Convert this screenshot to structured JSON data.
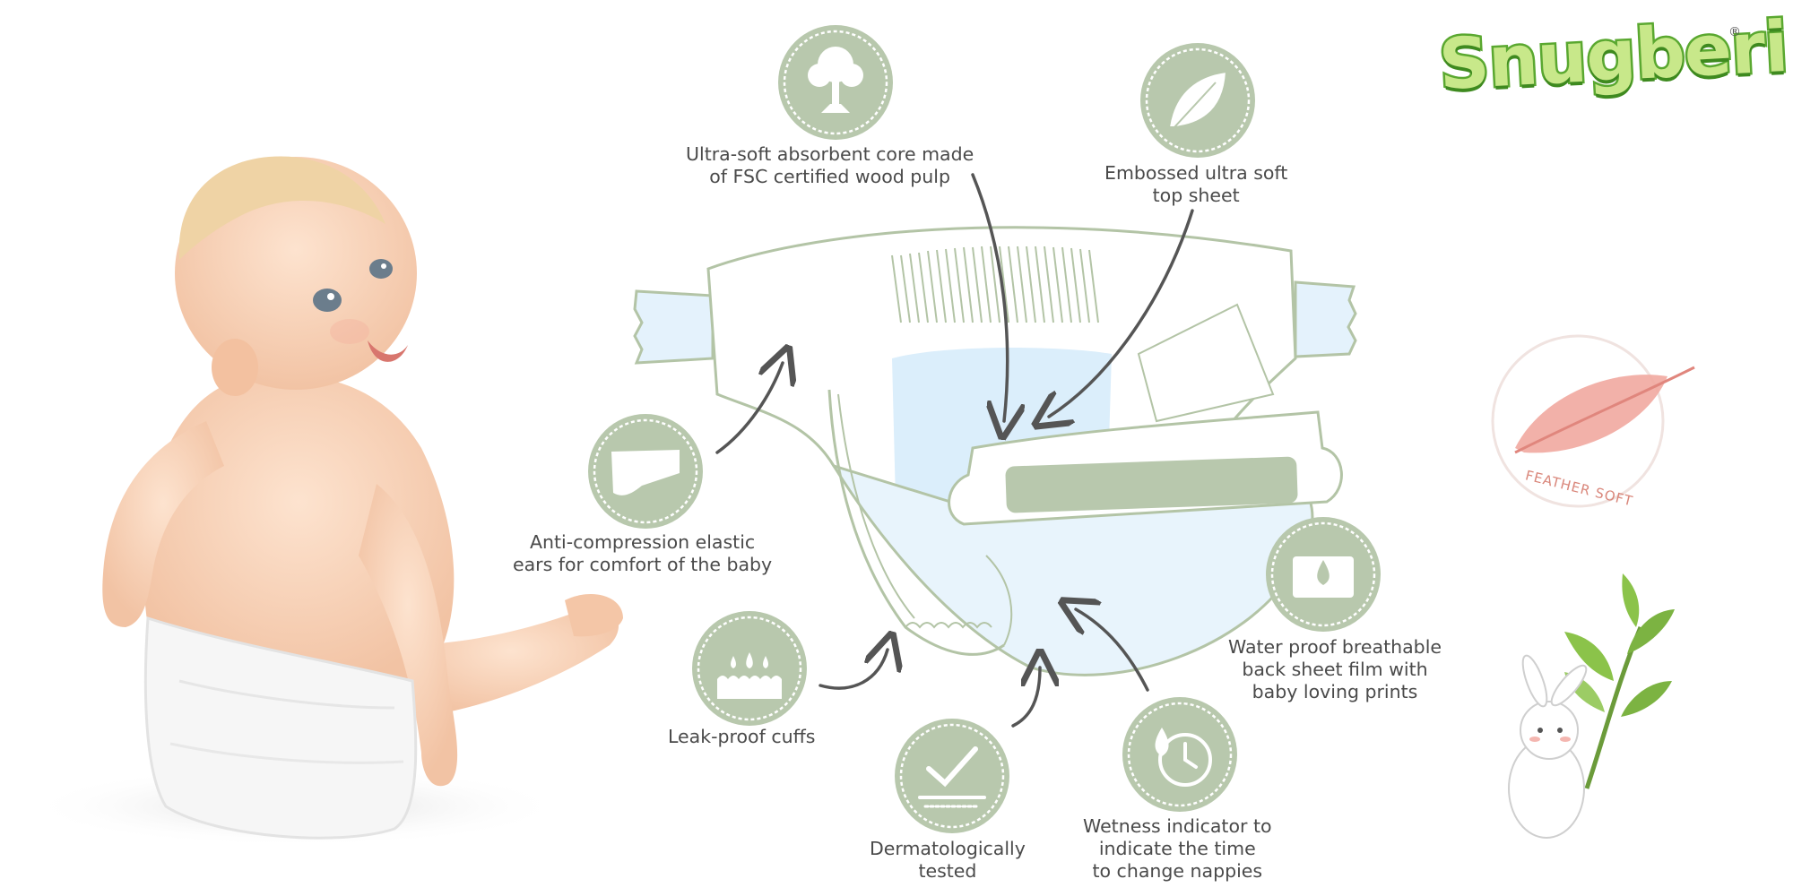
{
  "brand": {
    "logo_text": "Snugberi",
    "registered_mark": "®",
    "green_dark": "#5aa830",
    "green_light": "#c8e88a"
  },
  "colors": {
    "badge_bg": "#b8c8ad",
    "badge_ring": "#ffffff",
    "diaper_outline": "#b3c4a6",
    "diaper_blue": "#dbeefb",
    "arrow": "#555555",
    "feather": "#f1a8a0"
  },
  "features": [
    {
      "icon": "tree-icon",
      "lines": [
        "Ultra-soft absorbent core made",
        "of FSC certified wood pulp"
      ]
    },
    {
      "icon": "leaf-icon",
      "lines": [
        "Embossed ultra soft",
        "top sheet"
      ]
    },
    {
      "icon": "elastic-ear-icon",
      "lines": [
        "Anti-compression elastic",
        "ears for comfort of the baby"
      ]
    },
    {
      "icon": "water-drop-icon",
      "lines": [
        "Water proof breathable",
        "back sheet film with",
        "baby loving prints"
      ]
    },
    {
      "icon": "leak-cuff-icon",
      "lines": [
        "Leak-proof cuffs"
      ]
    },
    {
      "icon": "skin-check-icon",
      "lines": [
        "Dermatologically",
        "tested"
      ]
    },
    {
      "icon": "wetness-clock-icon",
      "lines": [
        "Wetness indicator to",
        "indicate the time",
        "to change nappies"
      ]
    }
  ],
  "feather_badge": {
    "icon": "feather-icon",
    "text": "FEATHER SOFT"
  },
  "mascot": {
    "icon": "bunny-sprout-icon"
  }
}
